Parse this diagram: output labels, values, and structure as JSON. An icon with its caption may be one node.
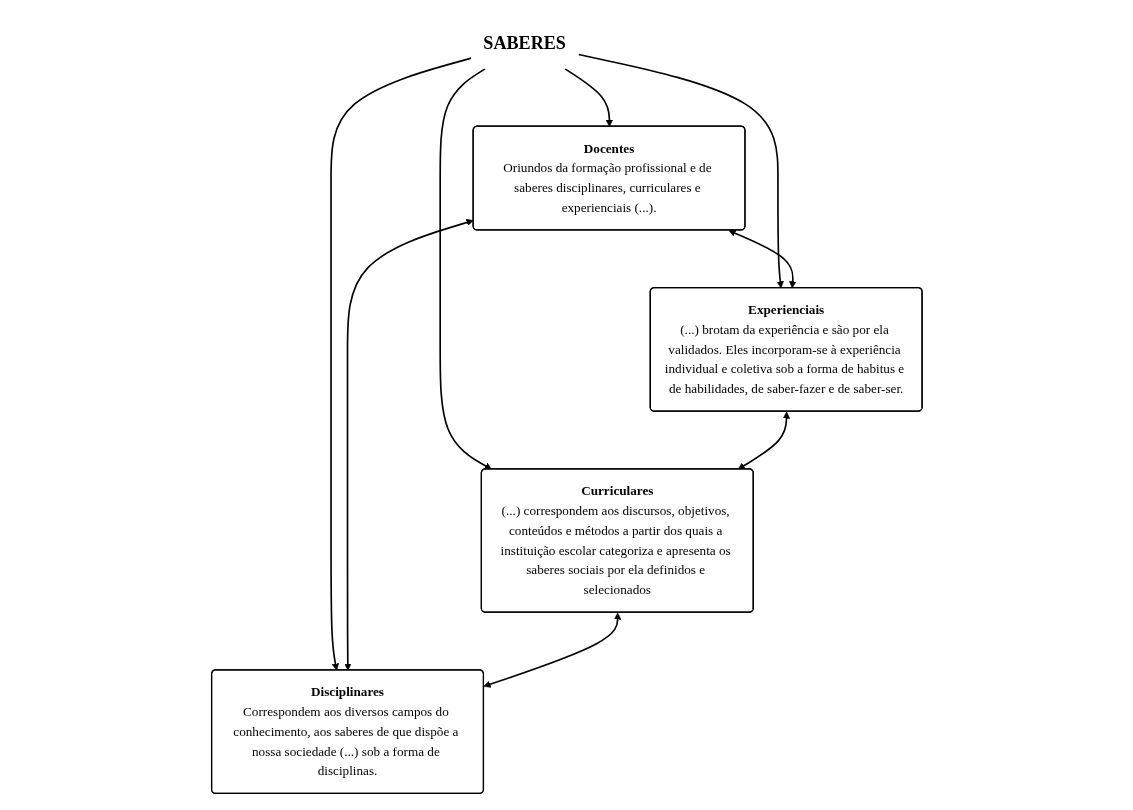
{
  "diagram": {
    "nodes": [
      {
        "text": [
          "Docentes",
          "Oriundos da formação profissional e de saberes disciplinares, curriculares e experienciais (...)."
        ]
      },
      {
        "text": [
          "Disciplinares",
          "Correspondem aos diversos campos do conhecimento, aos saberes de que dispõe a nossa sociedade (...) sob a forma de disciplinas."
        ]
      },
      {
        "text": [
          "SABERES"
        ]
      },
      {
        "text": [
          "Experienciais",
          "(...) brotam da experiência e são por ela validados. Eles incorporam-se à experiência individual e coletiva sob a forma de habitus e de habilidades, de saber-fazer e de saber-ser."
        ]
      },
      {
        "text": [
          "Curriculares",
          "(...) correspondem aos discursos, objetivos, conteúdos e métodos a partir dos quais a instituição escolar categoriza e apresenta os saberes sociais por ela definidos e selecionados"
        ]
      }
    ],
    "edges": [
      {
        "from": 2,
        "to": 0,
        "arrow": "to"
      },
      {
        "from": 2,
        "to": 1,
        "arrow": "to"
      },
      {
        "from": 2,
        "to": 3,
        "arrow": "to"
      },
      {
        "from": 2,
        "to": 4,
        "arrow": "to"
      },
      {
        "from": 0,
        "to": 1,
        "arrow": "both"
      },
      {
        "from": 0,
        "to": 3,
        "arrow": "both"
      },
      {
        "from": 3,
        "to": 4,
        "arrow": "both"
      },
      {
        "from": 4,
        "to": 1,
        "arrow": "both"
      }
    ]
  }
}
